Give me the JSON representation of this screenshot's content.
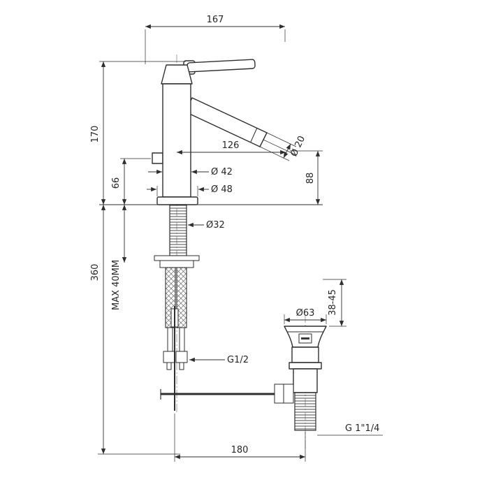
{
  "page": {
    "background": "#ffffff",
    "line_color": "#2e2e2e"
  },
  "drawing": {
    "type": "technical-dimension-drawing",
    "units": "mm",
    "dims": {
      "width_overall": "167",
      "height_above_deck": "170",
      "setscrew_height": "66",
      "spout_reach": "126",
      "spout_diameter": "Ø 20",
      "spout_height": "88",
      "body_diameter": "Ø 42",
      "base_diameter": "Ø 48",
      "shank_diameter": "Ø32",
      "max_deck_thickness": "MAX 40MM",
      "hose_length": "360",
      "hose_thread": "G1/2",
      "waste_height_range": "38-45",
      "waste_flange_diameter": "Ø63",
      "waste_thread": "G 1\"1/4",
      "rod_to_waste_distance": "180"
    }
  }
}
